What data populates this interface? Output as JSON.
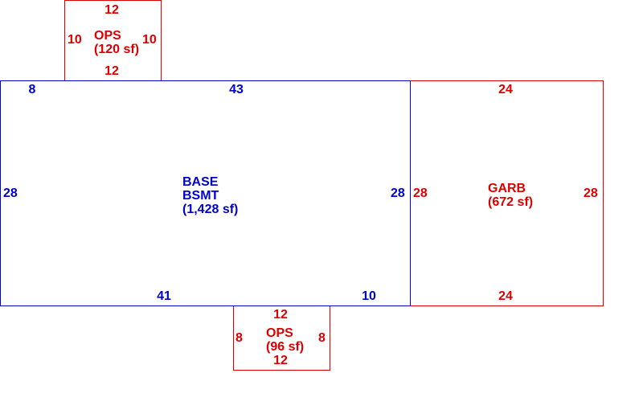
{
  "colors": {
    "base": "#0000cc",
    "addition": "#dd0000"
  },
  "areas": {
    "ops_top": {
      "name": "OPS",
      "size": "(120 sf)",
      "dims": {
        "top": "12",
        "bottom": "12",
        "left": "10",
        "right": "10"
      }
    },
    "base": {
      "name_line1": "BASE",
      "name_line2": "BSMT",
      "size": "(1,428 sf)",
      "dims": {
        "top_left": "8",
        "top": "43",
        "left": "28",
        "right": "28",
        "bottom": "41",
        "bottom_right": "10"
      }
    },
    "garb": {
      "name": "GARB",
      "size": "(672 sf)",
      "dims": {
        "top": "24",
        "bottom": "24",
        "left": "28",
        "right": "28"
      }
    },
    "ops_bottom": {
      "name": "OPS",
      "size": "(96 sf)",
      "dims": {
        "top": "12",
        "bottom": "12",
        "left": "8",
        "right": "8"
      }
    }
  }
}
